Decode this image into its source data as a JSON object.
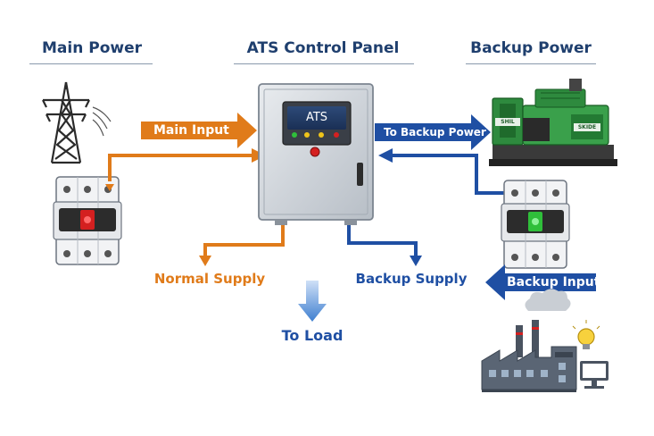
{
  "titles": {
    "main_power": "Main Power",
    "ats_panel": "ATS Control Panel",
    "backup_power": "Backup Power"
  },
  "panel": {
    "screen_text": "ATS"
  },
  "generator": {
    "plate_left": "SHIL",
    "plate_right": "SKIDE"
  },
  "arrows": {
    "main_input": "Main Input",
    "to_backup_power": "To Backup Power",
    "backup_input": "Backup Input"
  },
  "outputs": {
    "normal_supply": "Normal Supply",
    "backup_supply": "Backup Supply",
    "to_load": "To Load"
  },
  "colors": {
    "orange": "#e07b1a",
    "blue": "#1f4fa3",
    "title_navy": "#1f3f6e",
    "generator_green": "#2e8a3e",
    "breaker_red": "#d42020",
    "breaker_green": "#2fbf3a"
  }
}
